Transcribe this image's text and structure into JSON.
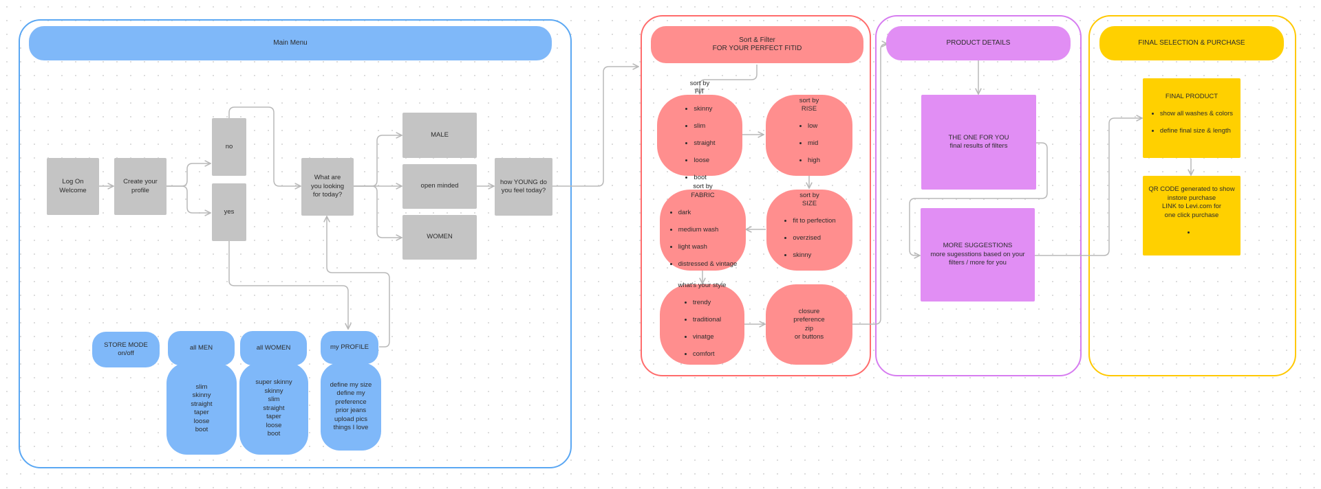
{
  "colors": {
    "blue": "#7fb8f9",
    "blue_border": "#5aa7f3",
    "red": "#ff8e8e",
    "red_border": "#ff6b6b",
    "purple": "#e18ef4",
    "purple_border": "#d67cf0",
    "yellow": "#ffd000",
    "yellow_border": "#ffc800",
    "gray": "#c4c4c4",
    "connector": "#b8b8b8"
  },
  "main_menu": {
    "title": "Main Menu",
    "log_on": "Log On\nWelcome",
    "create_profile": "Create your\nprofile",
    "no": "no",
    "yes": "yes",
    "looking_for": "What are\nyou looking\nfor today?",
    "male": "MALE",
    "open_minded": "open minded",
    "women": "WOMEN",
    "how_young": "how YOUNG do\nyou feel today?",
    "store_mode": "STORE MODE\non/off",
    "all_men": {
      "title": "all MEN",
      "items": [
        "slim",
        "skinny",
        "straight",
        "taper",
        "loose",
        "boot"
      ]
    },
    "all_women": {
      "title": "all WOMEN",
      "items": [
        "super skinny",
        "skinny",
        "slim",
        "straight",
        "taper",
        "loose",
        "boot"
      ]
    },
    "my_profile": {
      "title": "my  PROFILE",
      "items": [
        "define my size",
        "define my",
        "preference",
        "prior jeans",
        "upload pics",
        "things I love"
      ]
    }
  },
  "sort_filter": {
    "title": "Sort & Filter\nFOR YOUR PERFECT FITID",
    "fit": {
      "title": "sort by\nFIT",
      "items": [
        "skinny",
        "slim",
        "straight",
        "loose",
        "boot"
      ]
    },
    "rise": {
      "title": "sort by\nRISE",
      "items": [
        "low",
        "mid",
        "high"
      ]
    },
    "fabric": {
      "title": "sort by\nFABRIC",
      "items": [
        "dark",
        "medium wash",
        "light wash",
        "distressed & vintage"
      ]
    },
    "size": {
      "title": "sort by\nSIZE",
      "items": [
        "fit to perfection",
        "overzised",
        "skinny"
      ]
    },
    "style": {
      "title": "what's your style",
      "items": [
        "trendy",
        "traditional",
        "vinatge",
        "comfort"
      ]
    },
    "closure": "closure\npreference\nzip\nor buttons"
  },
  "product_details": {
    "title": "PRODUCT DETAILS",
    "the_one": "THE ONE FOR YOU\nfinal results of filters",
    "more": "MORE SUGGESTIONS\nmore sugesstions based on your\nfilters / more for you"
  },
  "final": {
    "title": "FINAL SELECTION & PURCHASE",
    "product": {
      "title": "FINAL PRODUCT",
      "items": [
        "show all washes & colors",
        "define final size & length"
      ]
    },
    "qr": {
      "lines": [
        "QR CODE generated to show",
        "instore purchase",
        "LINK to Levi.com for",
        "one click purchase"
      ],
      "items": [
        ""
      ]
    }
  }
}
